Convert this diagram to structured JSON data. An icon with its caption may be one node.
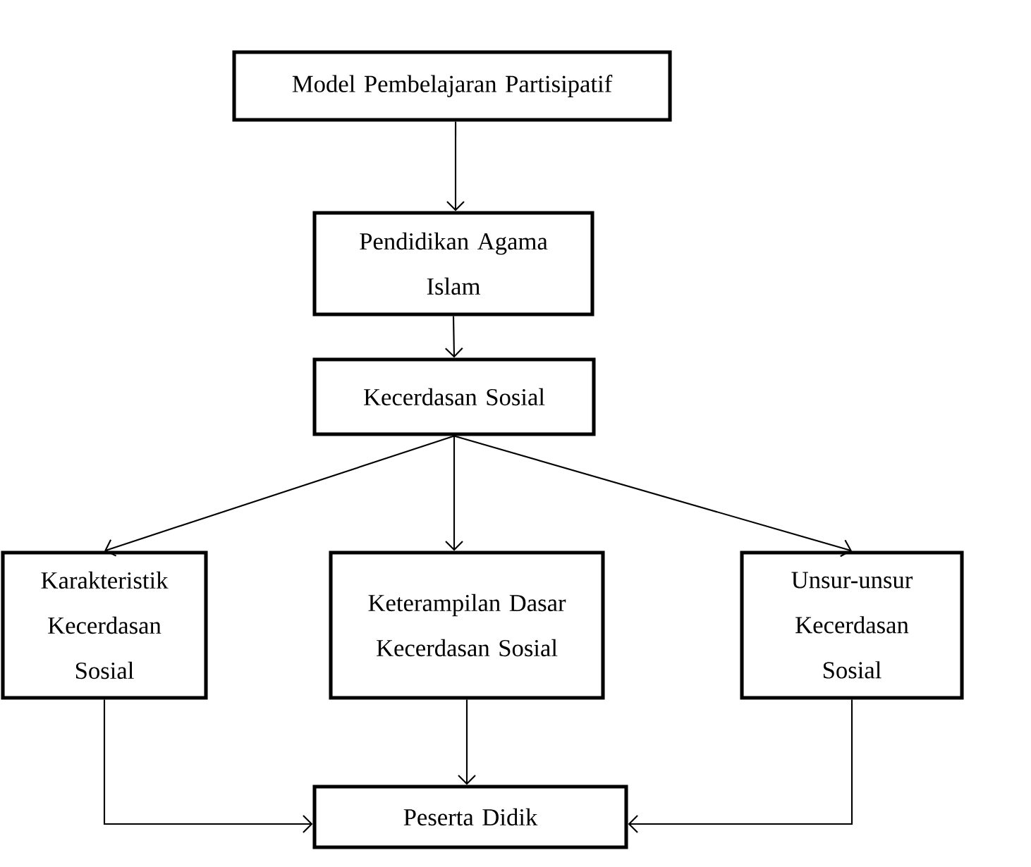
{
  "diagram": {
    "nodes": [
      {
        "text": [
          "Model Pembelajaran Partisipatif"
        ]
      },
      {
        "text": [
          "Pendidikan Agama Islam"
        ]
      },
      {
        "text": [
          "Kecerdasan Sosial"
        ]
      },
      {
        "text": [
          "Karakteristik Kecerdasan Sosial"
        ]
      },
      {
        "text": [
          "Keterampilan Dasar Kecerdasan Sosial"
        ]
      },
      {
        "text": [
          "Unsur-unsur Kecerdasan Sosial"
        ]
      },
      {
        "text": [
          "Peserta Didik"
        ]
      }
    ],
    "edges": [
      {
        "from": 0,
        "to": 1,
        "arrow": "to"
      },
      {
        "from": 1,
        "to": 2,
        "arrow": "to"
      },
      {
        "from": 2,
        "to": 3,
        "arrow": "to"
      },
      {
        "from": 2,
        "to": 4,
        "arrow": "to"
      },
      {
        "from": 2,
        "to": 5,
        "arrow": "to"
      },
      {
        "from": 3,
        "to": 6,
        "arrow": "to"
      },
      {
        "from": 4,
        "to": 6,
        "arrow": "to"
      },
      {
        "from": 5,
        "to": 6,
        "arrow": "to"
      }
    ]
  }
}
